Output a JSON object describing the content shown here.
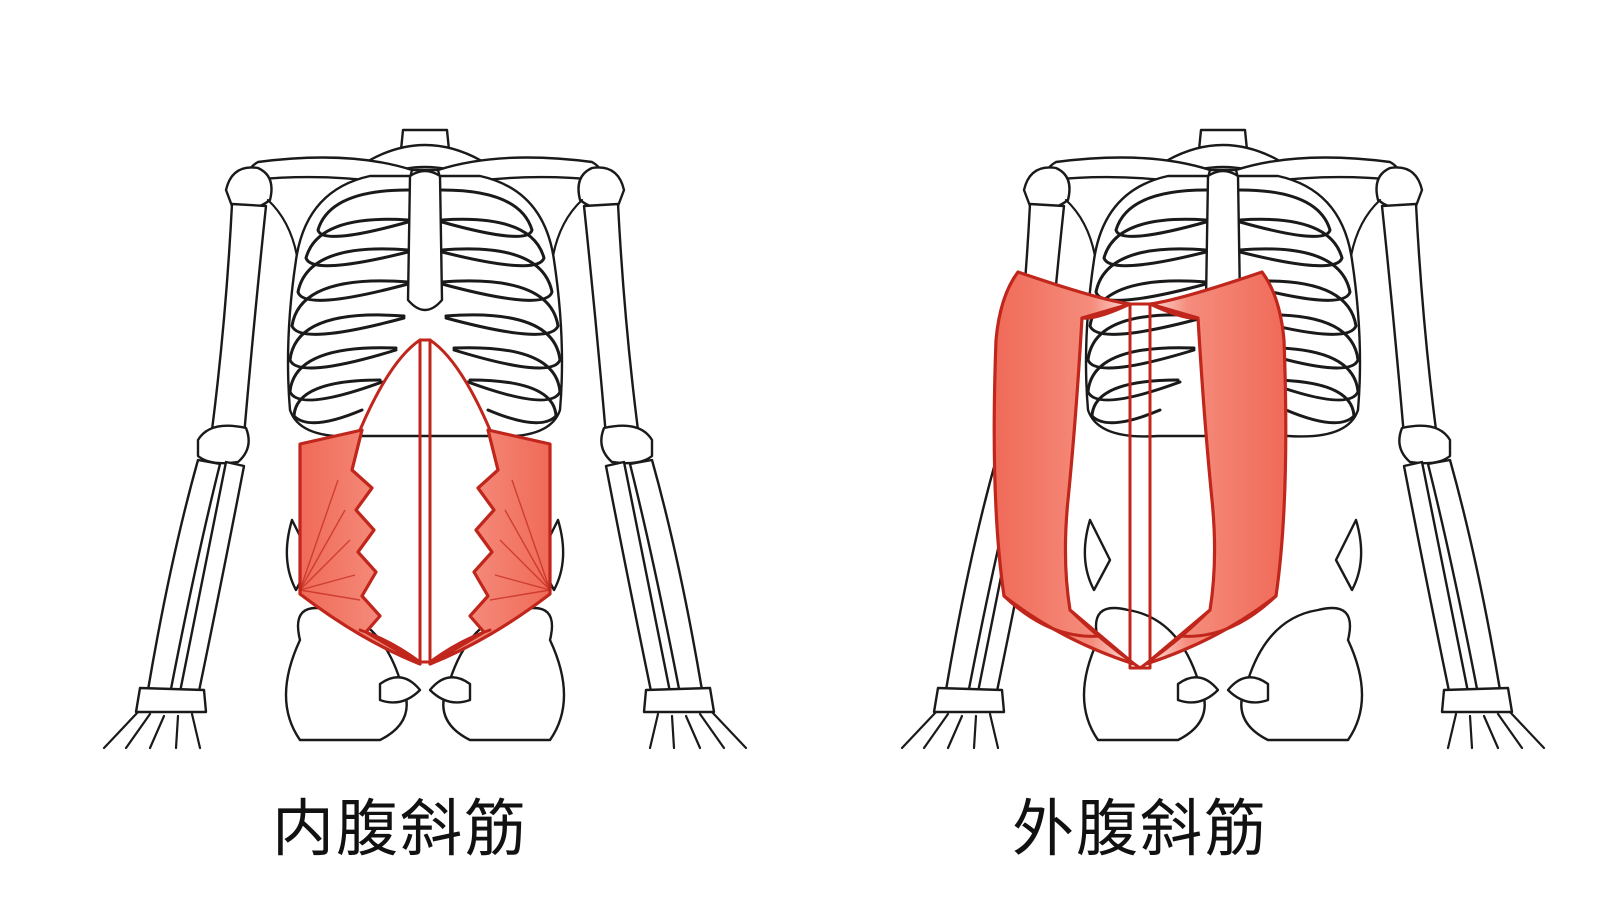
{
  "panels": [
    {
      "id": "internal",
      "label": "内腹斜筋"
    },
    {
      "id": "external",
      "label": "外腹斜筋"
    }
  ],
  "colors": {
    "muscle_fill": "#f47e6e",
    "muscle_outline": "#c0261b",
    "bone_outline": "#1a1a1a",
    "bone_fill": "#ffffff"
  }
}
